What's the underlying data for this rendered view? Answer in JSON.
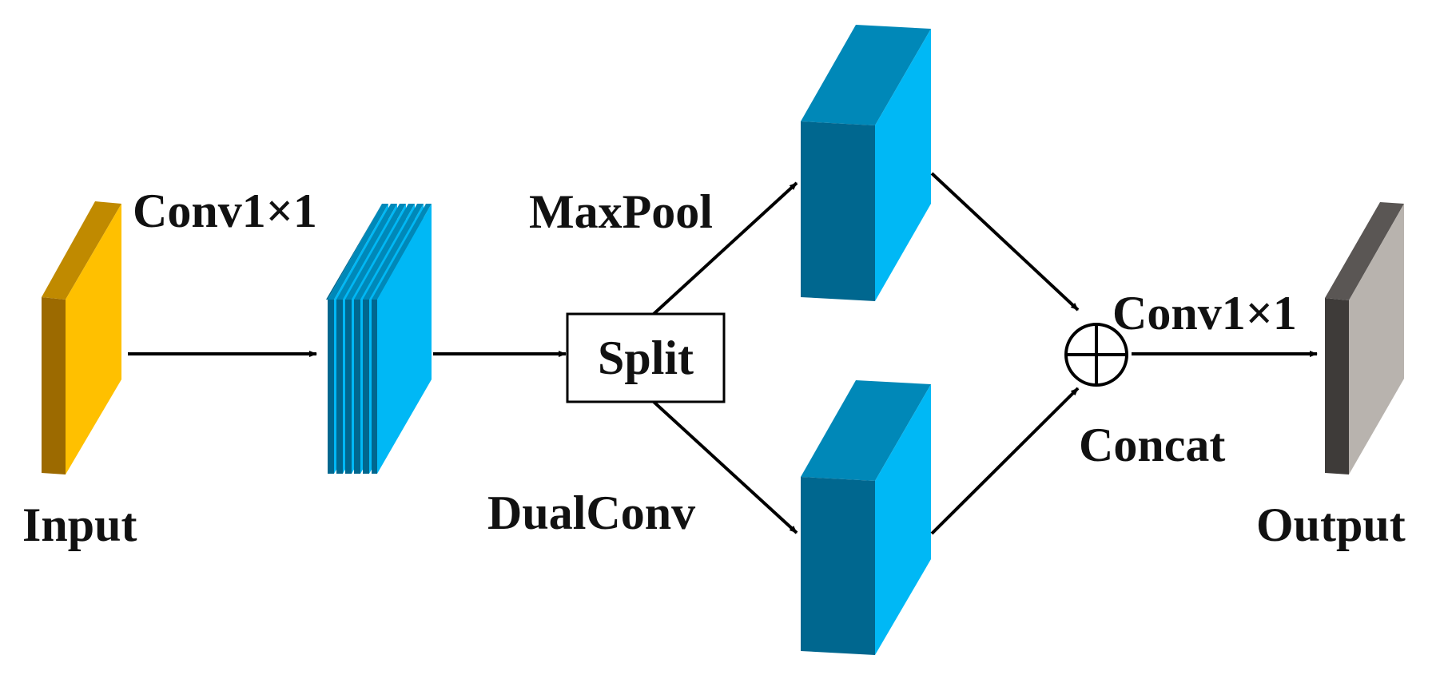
{
  "labels": {
    "input": "Input",
    "conv_in": "Conv1×1",
    "maxpool": "MaxPool",
    "dualconv": "DualConv",
    "split": "Split",
    "conv_out": "Conv1×1",
    "concat": "Concat",
    "output": "Output"
  },
  "colors": {
    "input_front": "#FFC000",
    "input_side": "#9C6A00",
    "input_top": "#C08A00",
    "blue_light": "#00B8F5",
    "blue_dark": "#00678F",
    "blue_top": "#0088B8",
    "output_front": "#B8B3AE",
    "output_side": "#3E3B39",
    "output_top": "#5A5654"
  }
}
